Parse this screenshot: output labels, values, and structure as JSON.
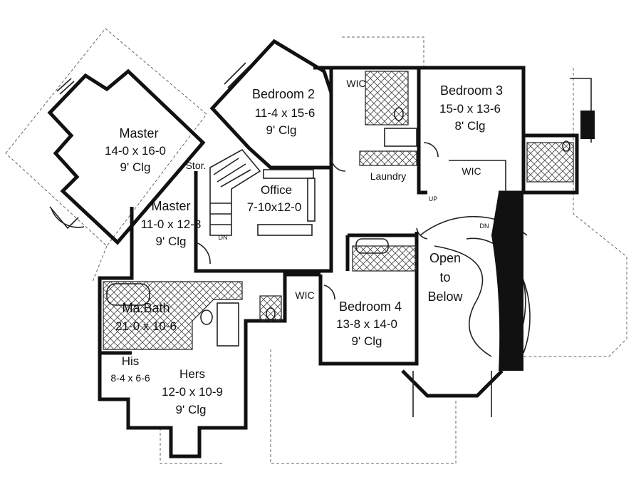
{
  "rooms": {
    "master_bedroom": {
      "name": "Master",
      "size": "14-0 x 16-0",
      "ceiling": "9' Clg"
    },
    "bedroom2": {
      "name": "Bedroom 2",
      "size": "11-4 x 15-6",
      "ceiling": "9' Clg"
    },
    "bedroom3": {
      "name": "Bedroom 3",
      "size": "15-0 x 13-6",
      "ceiling": "8' Clg"
    },
    "bedroom4": {
      "name": "Bedroom 4",
      "size": "13-8 x 14-0",
      "ceiling": "9' Clg"
    },
    "master_sitting": {
      "name": "Master",
      "size": "11-0 x 12-8",
      "ceiling": "9' Clg"
    },
    "office": {
      "name": "Office",
      "size": "7-10x12-0"
    },
    "master_bath": {
      "name": "Ma.Bath",
      "size": "21-0 x 10-6"
    },
    "his": {
      "name": "His",
      "size": "8-4 x 6-6"
    },
    "hers": {
      "name": "Hers",
      "size": "12-0 x 10-9",
      "ceiling": "9' Clg"
    },
    "open_to_below": {
      "line1": "Open",
      "line2": "to",
      "line3": "Below"
    }
  },
  "labels": {
    "laundry": "Laundry",
    "storage": "Stor.",
    "wic": "WIC",
    "dn": "DN",
    "up": "UP"
  }
}
